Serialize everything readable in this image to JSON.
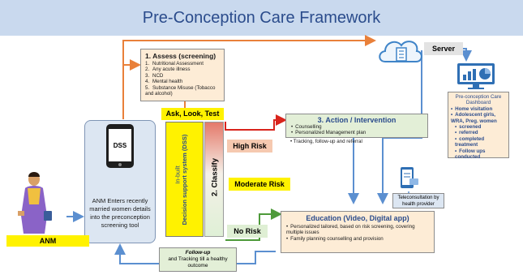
{
  "title": "Pre-Conception Care Framework",
  "assess": {
    "heading": "1. Assess (screening)",
    "items": [
      {
        "n": "1.",
        "text": "Nutritional Assessment"
      },
      {
        "n": "2.",
        "text": "Any acute illness"
      },
      {
        "n": "3.",
        "text": "NCD"
      },
      {
        "n": "4.",
        "text": "Mental health"
      },
      {
        "n": "5.",
        "text": "Substance Misuse (Tobacco and alcohol)"
      }
    ]
  },
  "ask_look_test": "Ask, Look, Test",
  "server": "Server",
  "dashboard": {
    "heading": "Pre-conception Care Dashboard",
    "items": [
      "Home visitation",
      "Adolescent girls, WRA, Preg. women"
    ],
    "subitems": [
      "screened",
      "referred",
      "completed treatment",
      "Follow ups conducted"
    ]
  },
  "action": {
    "heading": "3. Action / Intervention",
    "items": [
      "Counselling",
      "Personalized Management plan",
      "Tracking, follow-up and referral"
    ]
  },
  "dss_label": "DSS",
  "anm_enters": "ANM Enters recently married women details into the preconception screening tool",
  "anm": "ANM",
  "inbuilt": "In-built",
  "decision_support": "Decision support system (DSS)",
  "classify": "2. Classify",
  "high_risk": "High Risk",
  "moderate_risk": "Moderate Risk",
  "no_risk": "No Risk",
  "teleconsult": "Teleconsultation by health provider",
  "education": {
    "heading": "Education (Video, Digital app)",
    "items": [
      "Personalized tailored, based on risk screening, covering multiple issues",
      "Family planning counselling and provision"
    ]
  },
  "followup": {
    "label": "Follow-up",
    "rest": "and Tracking till a healthy outcome"
  },
  "colors": {
    "orange": "#e9803a",
    "blue": "#5b8fd0",
    "red": "#d9241c",
    "green": "#4e9a3a",
    "title_bg": "#c9d9ee",
    "yellow": "#fff200"
  }
}
